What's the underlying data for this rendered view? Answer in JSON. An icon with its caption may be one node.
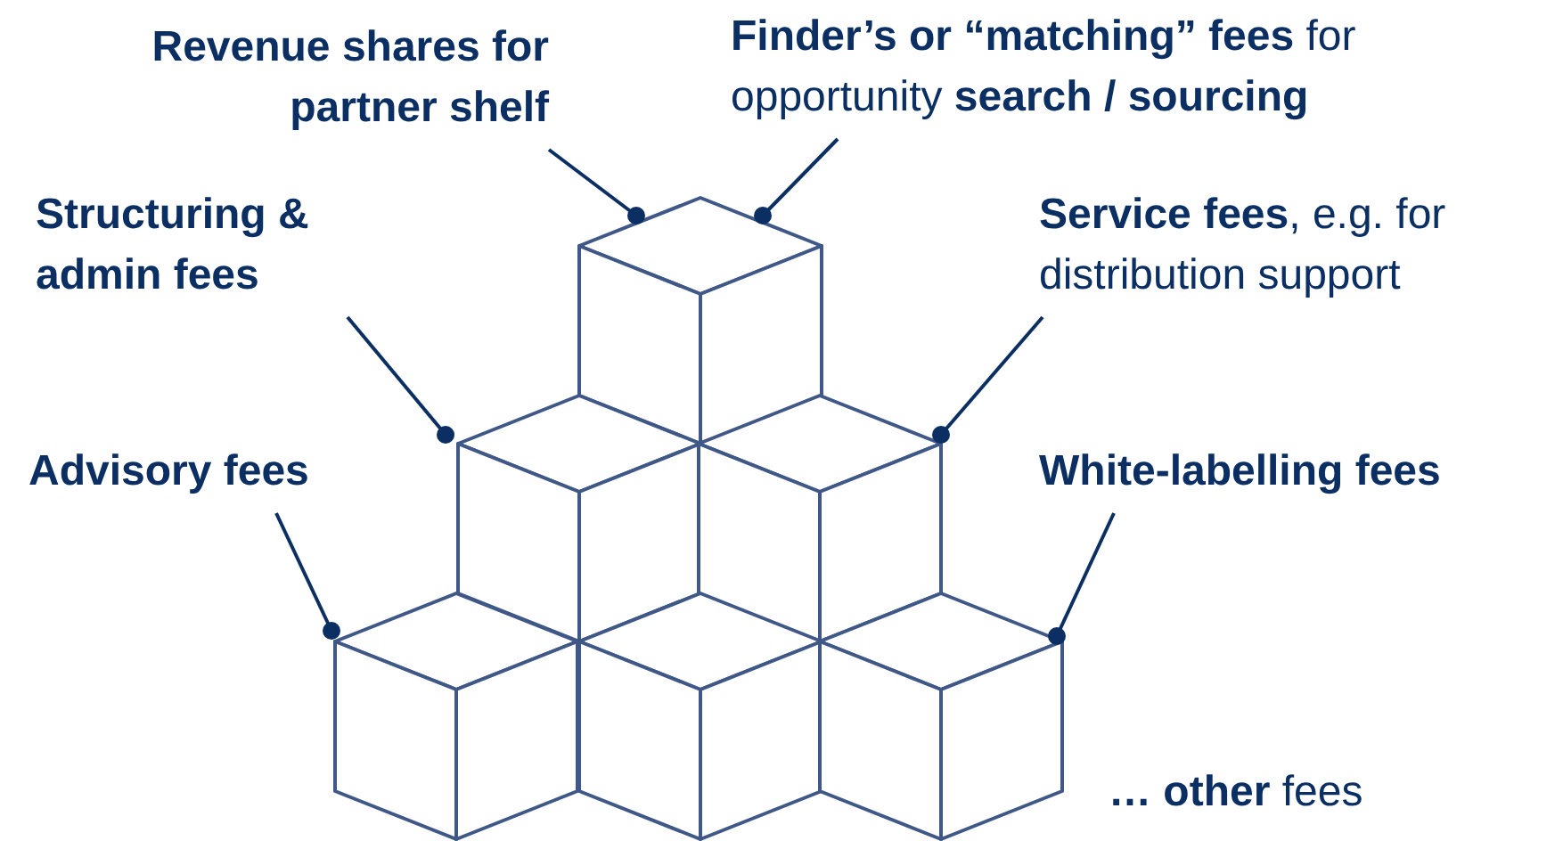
{
  "diagram": {
    "nodes": [
      {
        "text": [
          "Revenue shares for partner shelf"
        ]
      },
      {
        "text": [
          "**Finder’s or “matching” fees** for opportunity **search / sourcing**"
        ]
      },
      {
        "text": [
          "Structuring & admin fees"
        ]
      },
      {
        "text": [
          "**Service fees**, e.g. for distribution support"
        ]
      },
      {
        "text": [
          "Advisory fees"
        ]
      },
      {
        "text": [
          "White-labelling fees"
        ]
      }
    ],
    "edges": [
      {
        "from": 0,
        "to": null,
        "arrow": "other"
      },
      {
        "from": 1,
        "to": null,
        "arrow": "other"
      },
      {
        "from": 2,
        "to": null,
        "arrow": "other"
      },
      {
        "from": 3,
        "to": null,
        "arrow": "other"
      },
      {
        "from": 4,
        "to": null,
        "arrow": "other"
      },
      {
        "from": 5,
        "to": null,
        "arrow": "other"
      }
    ],
    "labels": [
      "**… other** fees"
    ]
  }
}
